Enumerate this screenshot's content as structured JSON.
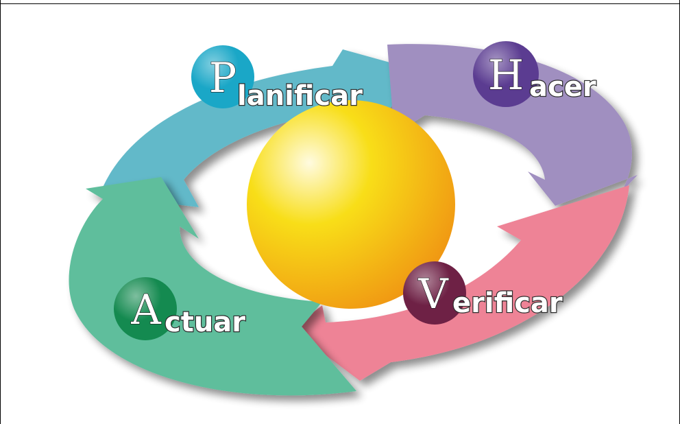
{
  "diagram": {
    "steps": [
      {
        "key": "planificar",
        "letter": "P",
        "rest": "lanificar",
        "arrow_color": "#62b9c9",
        "badge_color": "#1aa7c7"
      },
      {
        "key": "hacer",
        "letter": "H",
        "rest": "acer",
        "arrow_color": "#a08fc0",
        "badge_color": "#5b3c91"
      },
      {
        "key": "verificar",
        "letter": "V",
        "rest": "erificar",
        "arrow_color": "#ee8396",
        "badge_color": "#6e2145"
      },
      {
        "key": "actuar",
        "letter": "A",
        "rest": "ctuar",
        "arrow_color": "#5fbe9c",
        "badge_color": "#148a50"
      }
    ],
    "center_sphere": {
      "color_light": "#fffbe0",
      "color_mid": "#f8de18",
      "color_dark": "#ef8d12"
    }
  }
}
